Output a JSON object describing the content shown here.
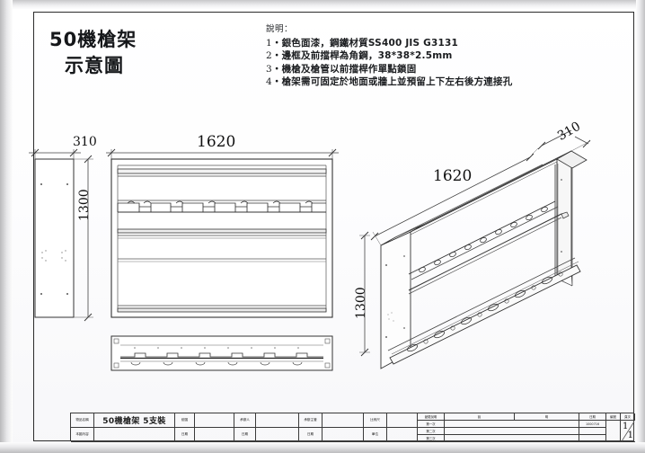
{
  "sheet": {
    "title_line1": "50機槍架",
    "title_line2": "示意圖"
  },
  "notes": {
    "heading": "說明：",
    "items": [
      {
        "num": "1",
        "text": "銀色面漆，鋼鐵材質SS400 JIS G3131"
      },
      {
        "num": "2",
        "text": "邊框及前擋桿為角鋼，38*38*2.5mm"
      },
      {
        "num": "3",
        "text": "機槍及槍管以前擋桿作單點鎖固"
      },
      {
        "num": "4",
        "text": "槍架需可固定於地面或牆上並預留上下左右後方連接孔"
      }
    ]
  },
  "views": {
    "side_view": {
      "width_dim": "310",
      "height_dim": "1300"
    },
    "front_view": {
      "width_dim": "1620"
    },
    "iso_view": {
      "width_dim": "1620",
      "depth_dim": "310",
      "height_dim": "1300"
    }
  },
  "title_block": {
    "row1": {
      "name_label": "物品名稱",
      "name_value": "50機槍架 5支裝",
      "draw_label": "繪圖",
      "draw_value": "",
      "officer_label": "承辦人",
      "officer_value": "",
      "supervisor_label": "承辦主管",
      "supervisor_value": ""
    },
    "row2": {
      "content_label": "本圖內容",
      "content_value": "",
      "date_label": "日期",
      "date1_value": "",
      "date2_value": "",
      "date3_value": ""
    },
    "right": {
      "scale_label": "比例尺",
      "scale_value": "",
      "unit_label": "單位",
      "unit_value": "",
      "rev_header_label": "變更說明",
      "rev_header_desc_a": "說",
      "rev_header_desc_b": "明",
      "date_header_label": "日期",
      "rev_rows": [
        {
          "label": "第一次",
          "desc": "",
          "date": "1000716"
        },
        {
          "label": "第二次",
          "desc": "",
          "date": ""
        },
        {
          "label": "第三次",
          "desc": "",
          "date": ""
        }
      ],
      "drawno_label": "編號",
      "drawno_value": "",
      "sheet_label": "頁次",
      "sheet_num": "1",
      "sheet_total": "1"
    }
  },
  "colors": {
    "ink": "#1b1d20",
    "line": "#3a3a3a",
    "paper": "#ffffff"
  }
}
